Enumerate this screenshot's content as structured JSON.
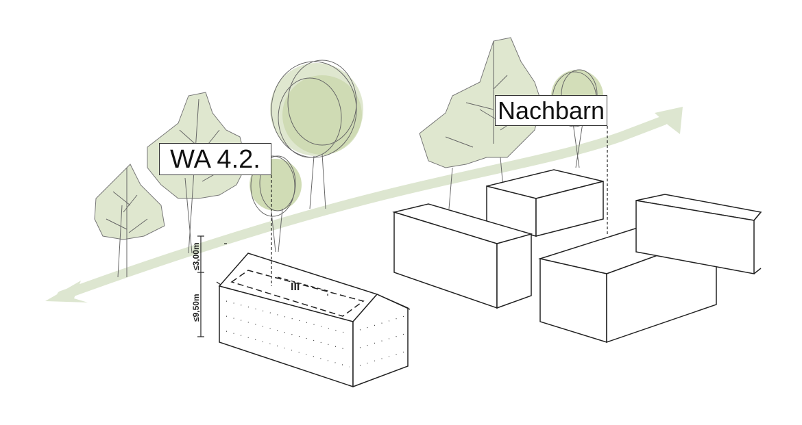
{
  "labels": {
    "zone": "WA 4.2.",
    "neighbours": "Nachbarn",
    "storeys": "III",
    "roof_height": "≤3,00m",
    "wall_height": "≤9,50m"
  },
  "colors": {
    "foliage": "#dfe7cf",
    "foliage_dark": "#c8d6a8",
    "line": "#444444",
    "arrow": "#dde6d0"
  }
}
